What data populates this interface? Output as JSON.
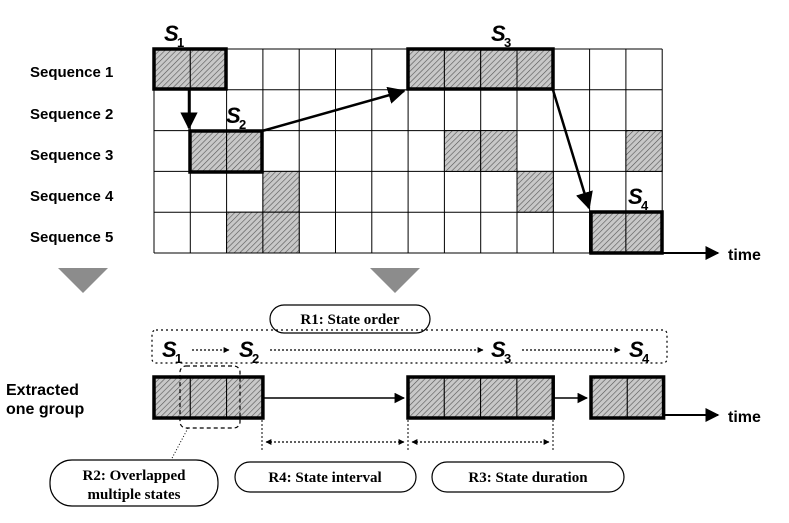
{
  "sequences": [
    {
      "label": "Sequence 1"
    },
    {
      "label": "Sequence 2"
    },
    {
      "label": "Sequence 3"
    },
    {
      "label": "Sequence 4"
    },
    {
      "label": "Sequence 5"
    }
  ],
  "states": {
    "s1": {
      "letter": "S",
      "sub": "1"
    },
    "s2": {
      "letter": "S",
      "sub": "2"
    },
    "s3": {
      "letter": "S",
      "sub": "3"
    },
    "s4": {
      "letter": "S",
      "sub": "4"
    }
  },
  "axis": {
    "time_label": "time"
  },
  "group": {
    "line1": "Extracted",
    "line2": "one group"
  },
  "rules": {
    "r1": "R1: State order",
    "r2_line1": "R2: Overlapped",
    "r2_line2": "multiple states",
    "r3": "R3: State duration",
    "r4": "R4: State interval"
  },
  "colors": {
    "line": "#000000",
    "hatch_bg": "#c8c8c8",
    "arrowhead": "#8a8a8a"
  }
}
